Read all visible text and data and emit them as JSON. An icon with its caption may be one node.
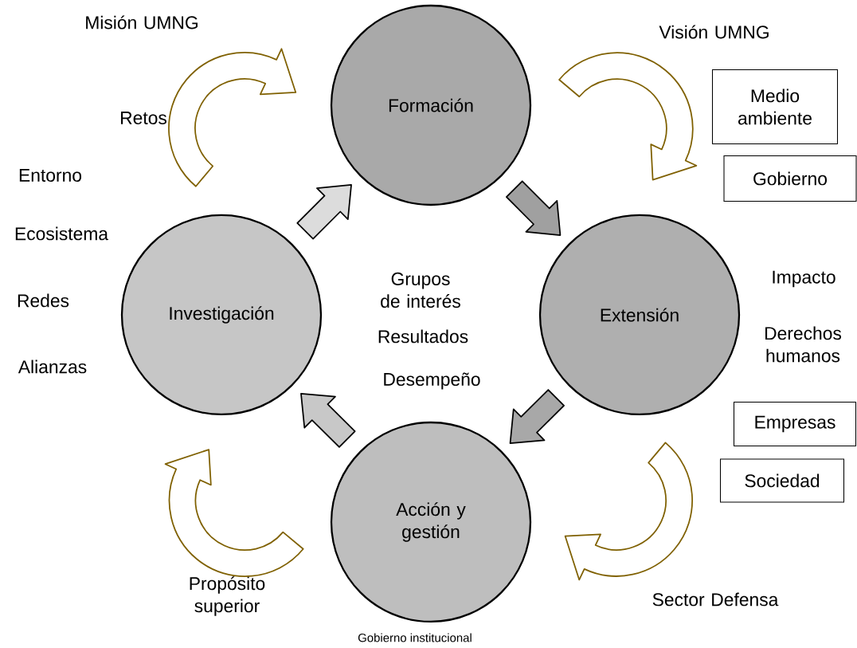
{
  "diagram": {
    "nodes": [
      {
        "text": [
          "Formación"
        ]
      },
      {
        "text": [
          "Extensión"
        ]
      },
      {
        "text": [
          "Acción y gestión"
        ],
        "beside": [
          "Gobierno institucional"
        ]
      },
      {
        "text": [
          "Investigación"
        ]
      },
      {
        "text": [
          "Medio ambiente"
        ]
      },
      {
        "text": [
          "Gobierno"
        ]
      },
      {
        "text": [
          "Empresas"
        ]
      },
      {
        "text": [
          "Sociedad"
        ]
      }
    ],
    "edges": [
      {
        "from": 3,
        "to": 0,
        "arrow": "to"
      },
      {
        "from": 0,
        "to": 1,
        "arrow": "to"
      },
      {
        "from": 1,
        "to": 2,
        "arrow": "to"
      },
      {
        "from": 2,
        "to": 3,
        "arrow": "to"
      },
      {
        "from": 3,
        "to": 0,
        "arrow": "to",
        "color": "#7f6000"
      },
      {
        "from": 0,
        "to": 1,
        "arrow": "to",
        "color": "#7f6000"
      },
      {
        "from": 1,
        "to": 2,
        "arrow": "to",
        "color": "#7f6000"
      },
      {
        "from": 2,
        "to": 3,
        "arrow": "to",
        "color": "#7f6000"
      }
    ],
    "labels": [
      "Misión UMNG",
      "Visión UMNG",
      "Retos",
      "Entorno",
      "Ecosistema",
      "Impacto",
      "Grupos de interés",
      "Redes",
      "Resultados",
      "Derechos humanos",
      "Alianzas",
      "Desempeño",
      "Propósito superior",
      "Sector Defensa"
    ]
  }
}
